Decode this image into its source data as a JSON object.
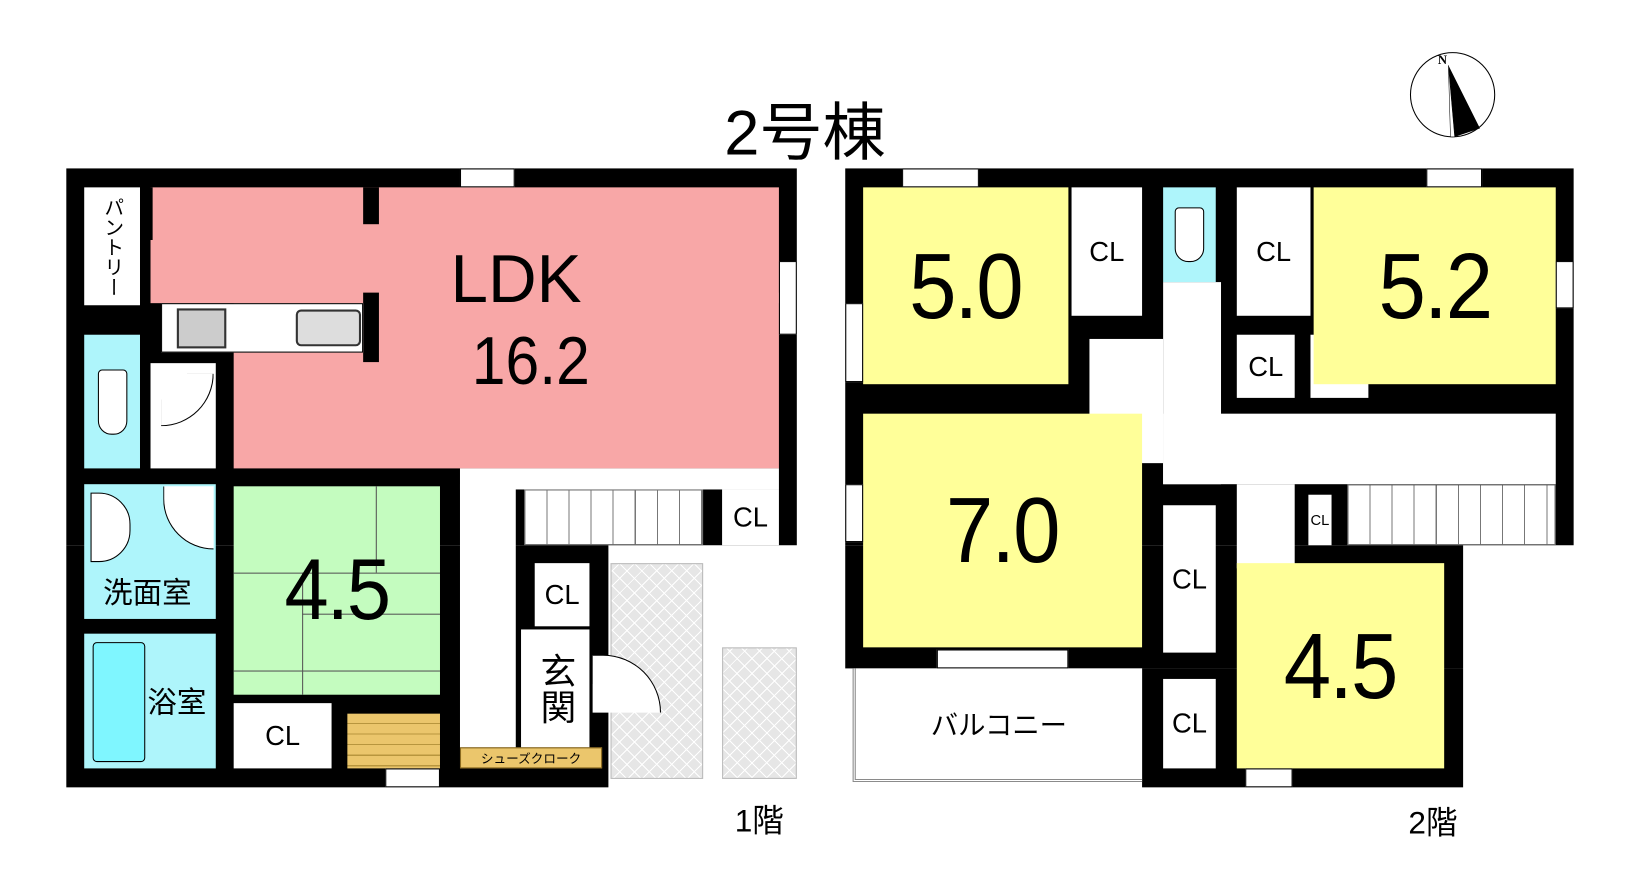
{
  "title": "2号棟",
  "compass": {
    "label": "N"
  },
  "floor1": {
    "label": "1階",
    "pantry": "パントリー",
    "ldk_label": "LDK",
    "ldk_size": "16.2",
    "washroom": "洗面室",
    "bathroom": "浴室",
    "japanese_room_size": "4.5",
    "closet_tatami": "CL",
    "closet_stairs": "CL",
    "closet_entrance": "CL",
    "entrance": "玄関",
    "shoe_closet": "シューズクローク"
  },
  "floor2": {
    "label": "2階",
    "room_a_size": "5.0",
    "room_b_size": "5.2",
    "room_c_size": "7.0",
    "room_d_size": "4.5",
    "closet_a": "CL",
    "closet_b": "CL",
    "closet_b2": "CL",
    "closet_c": "CL",
    "closet_stairs": "CL",
    "closet_d": "CL",
    "balcony": "バルコニー"
  },
  "colors": {
    "ldk": "#f8a7a7",
    "bedroom": "#ffff99",
    "tatami": "#c4fcbf",
    "water": "#aef5fb"
  }
}
